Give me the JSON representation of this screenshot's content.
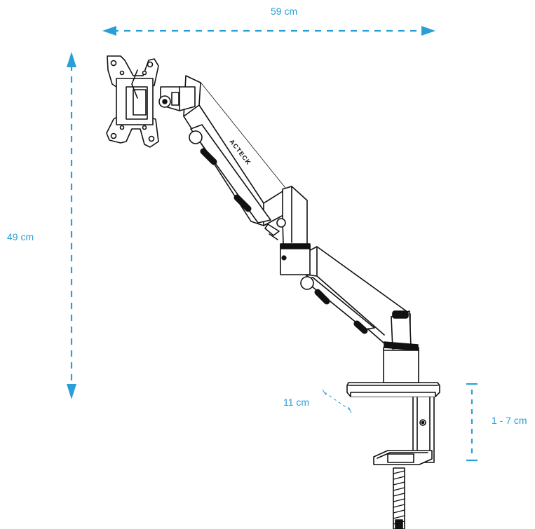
{
  "colors": {
    "dimension": "#2a9fd6",
    "drawing": "#111111",
    "label": "#2a9fd6"
  },
  "dimensions": {
    "width": "59 cm",
    "height": "49 cm",
    "clamp_depth": "11 cm",
    "clamp_range": "1 - 7 cm"
  },
  "product": {
    "brand_mark": "ACTECK"
  }
}
